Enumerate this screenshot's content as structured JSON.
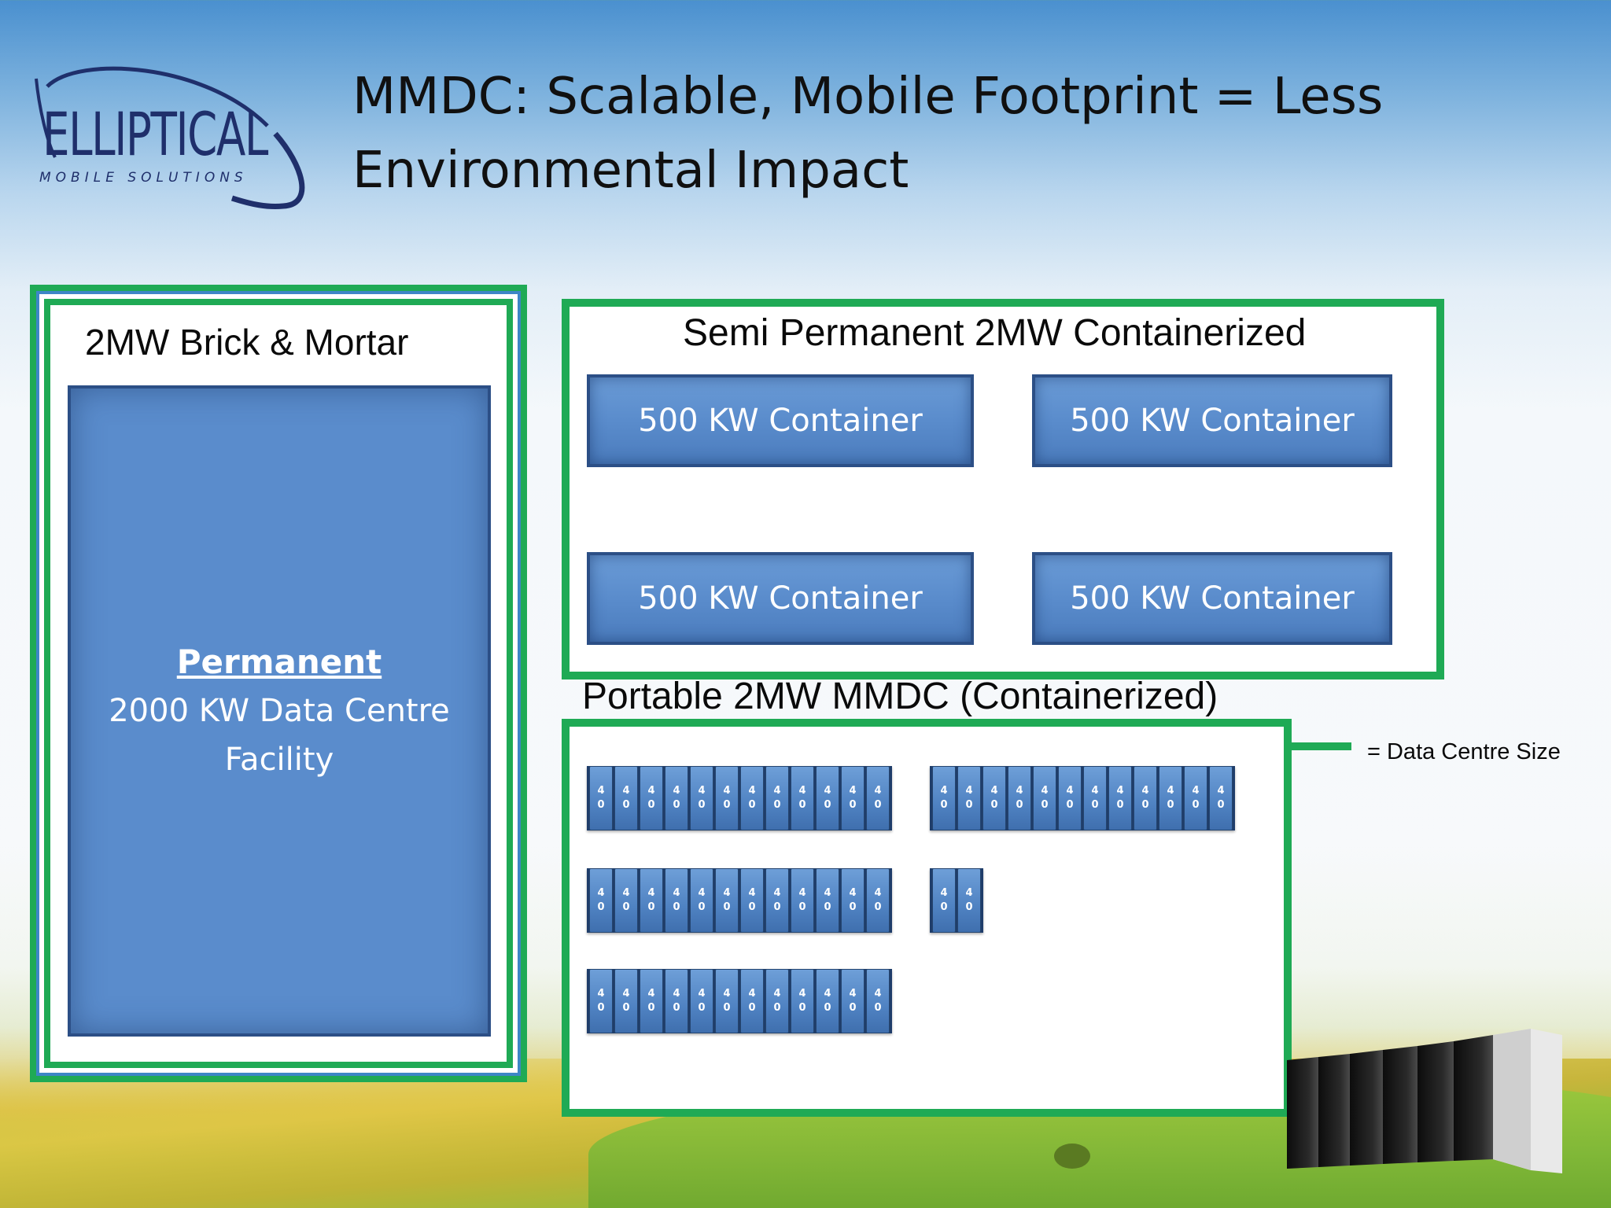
{
  "logo": {
    "word": "ELLIPTICAL",
    "sub": "MOBILE SOLUTIONS"
  },
  "title": "MMDC: Scalable, Mobile Footprint = Less Environmental Impact",
  "brick_mortar": {
    "title": "2MW Brick & Mortar",
    "label_bold": "Permanent",
    "label_desc": "2000 KW Data Centre Facility"
  },
  "semi_permanent": {
    "title": "Semi Permanent 2MW Containerized",
    "containers": [
      "500 KW Container",
      "500 KW Container",
      "500 KW Container",
      "500 KW Container"
    ]
  },
  "portable": {
    "title": "Portable 2MW MMDC (Containerized)",
    "unit_label_top": "4",
    "unit_label_bottom": "0",
    "rows": [
      12,
      12,
      12,
      2,
      12
    ]
  },
  "legend": {
    "text": "= Data Centre Size"
  },
  "colors": {
    "frame_green": "#1faa55",
    "block_blue": "#5a8ccc",
    "block_border": "#2c4f86"
  }
}
